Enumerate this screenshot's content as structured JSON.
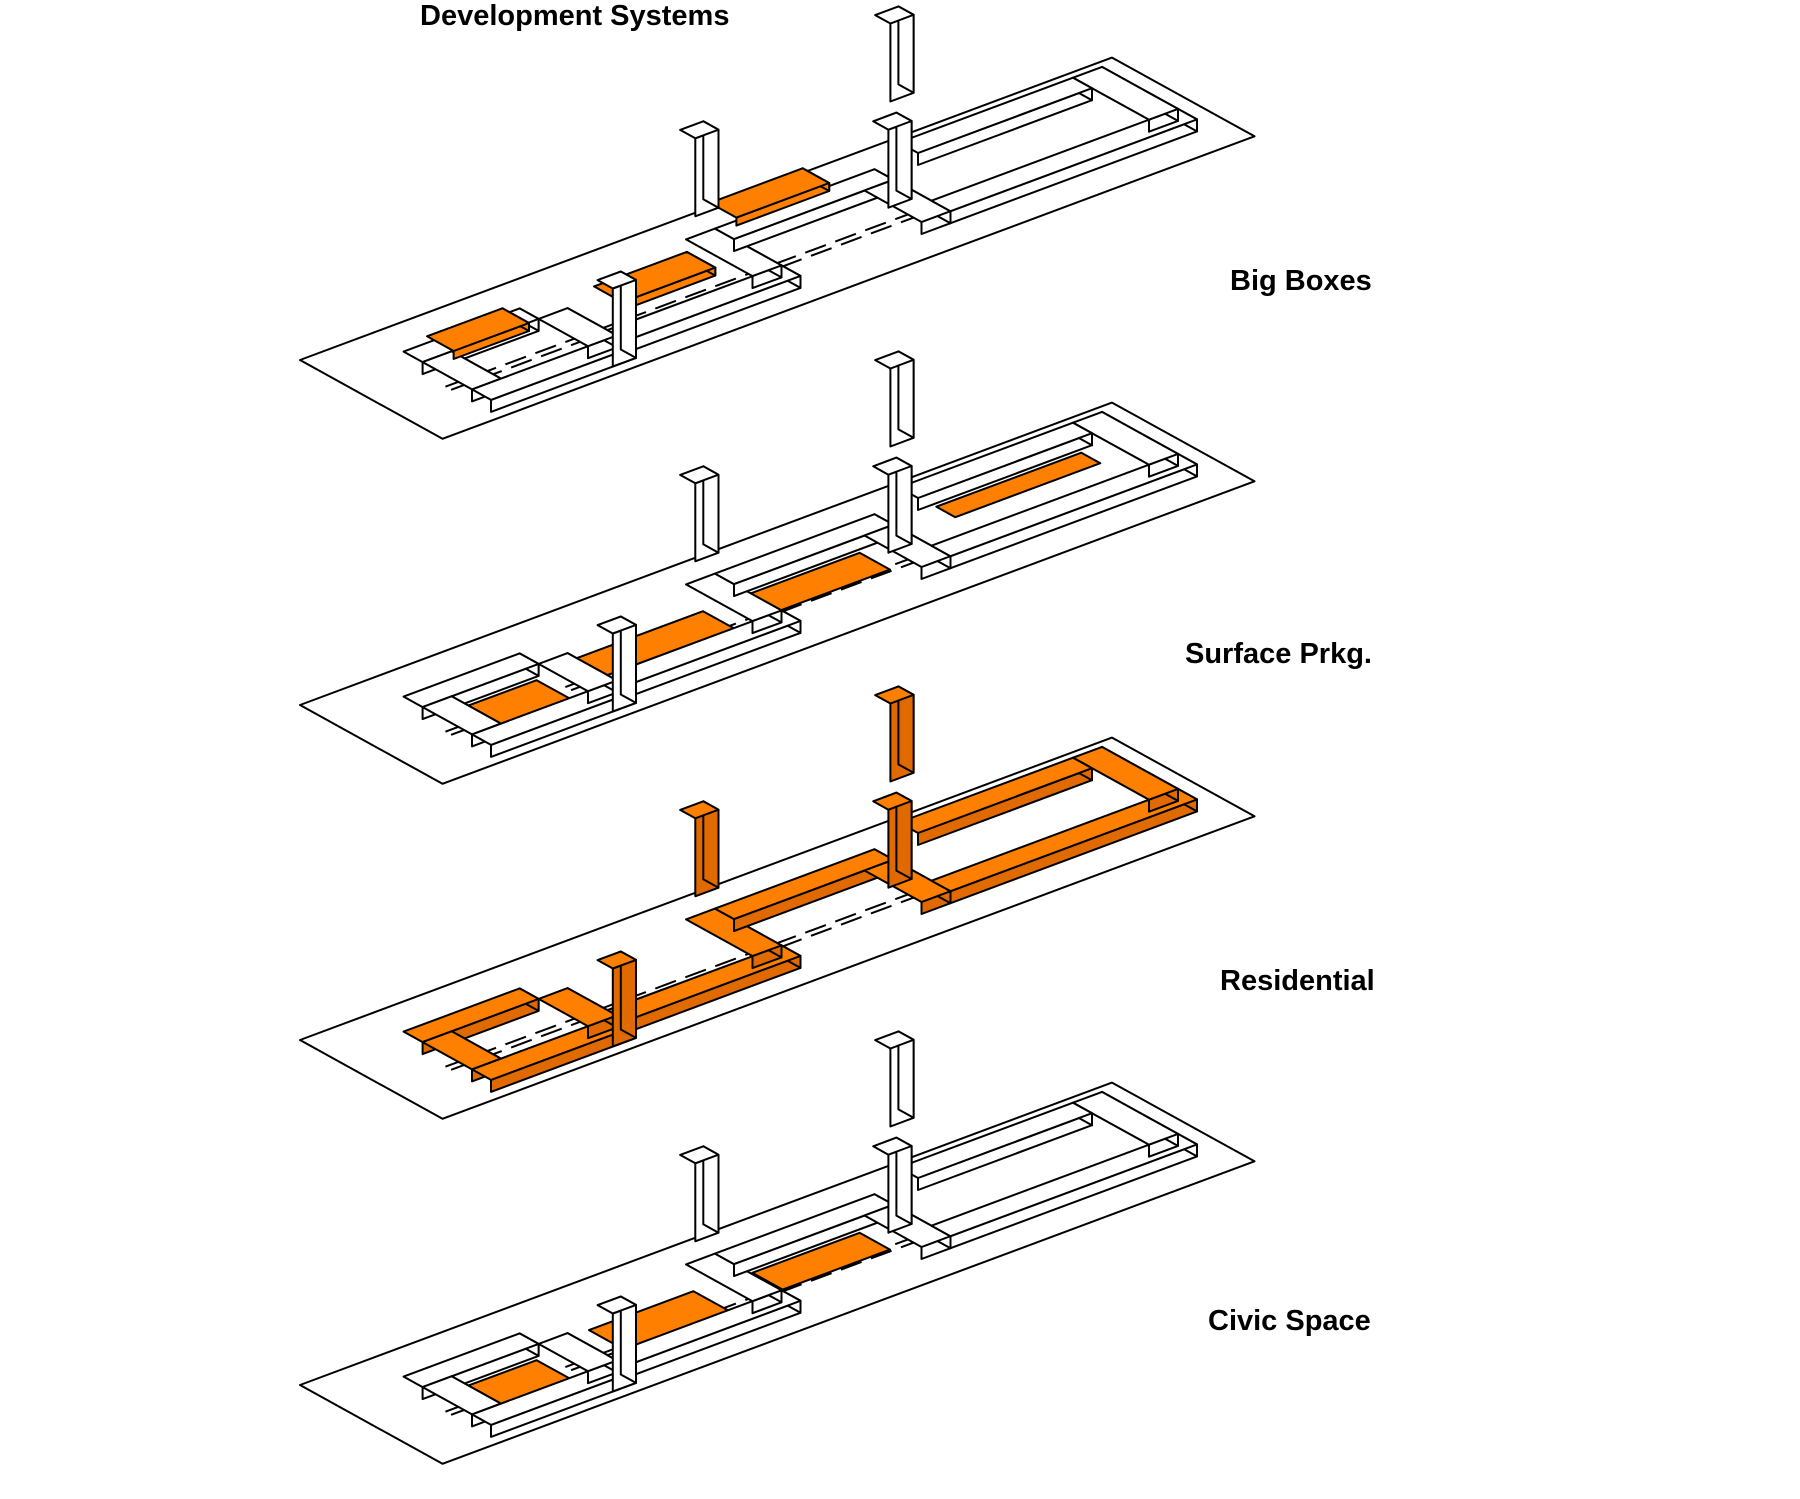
{
  "title": "Development Systems",
  "layers": [
    {
      "id": "big-boxes",
      "label": "Big Boxes",
      "highlight": "big-boxes"
    },
    {
      "id": "surface-prkg",
      "label": "Surface Prkg.",
      "highlight": "parking"
    },
    {
      "id": "residential",
      "label": "Residential",
      "highlight": "residential"
    },
    {
      "id": "civic-space",
      "label": "Civic Space",
      "highlight": "civic"
    }
  ],
  "colors": {
    "highlight": "#ff7f00",
    "outline": "#000000",
    "fill": "#ffffff"
  }
}
